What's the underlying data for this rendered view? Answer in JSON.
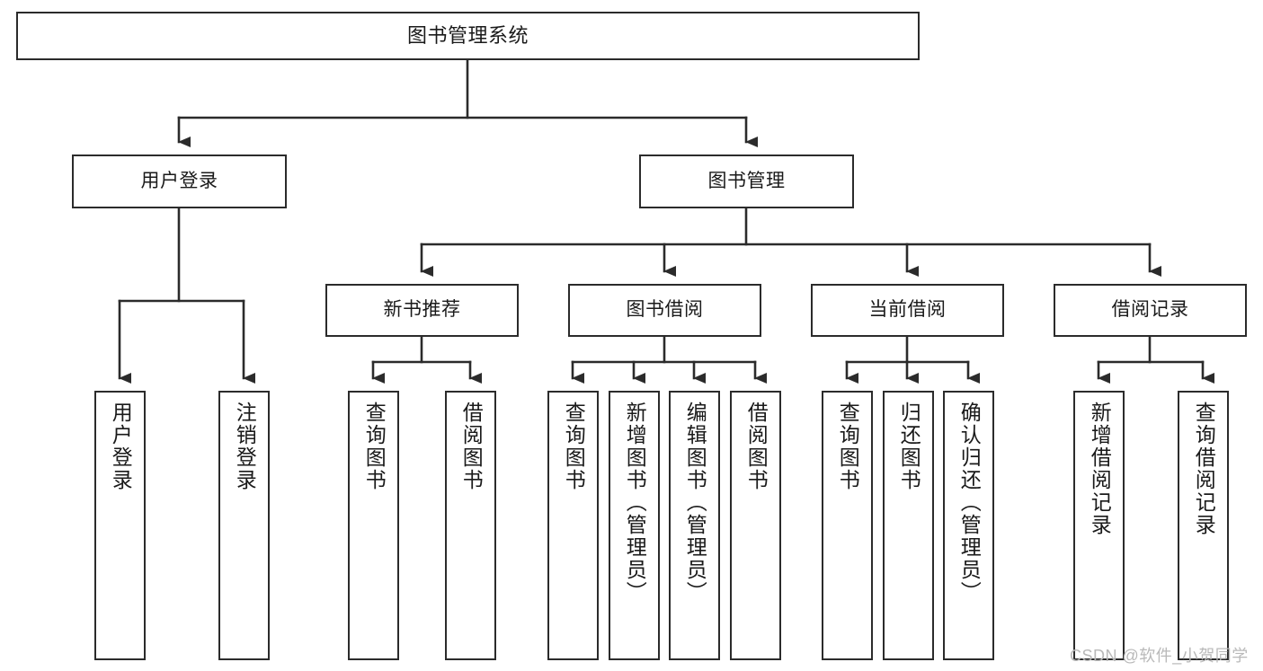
{
  "diagram": {
    "title": "图书管理系统",
    "type": "hierarchy-tree",
    "background_color": "#ffffff",
    "line_color": "#2b2b2b",
    "text_color": "#1a1a1a",
    "watermark": "CSDN @软件_小贺同学",
    "watermark_color": "#b9b9b9"
  },
  "levels": {
    "root": {
      "label": "图书管理系统"
    },
    "level1": [
      {
        "label": "用户登录"
      },
      {
        "label": "图书管理"
      }
    ],
    "level2": [
      {
        "label": "新书推荐"
      },
      {
        "label": "图书借阅"
      },
      {
        "label": "当前借阅"
      },
      {
        "label": "借阅记录"
      }
    ],
    "leaves": {
      "user_login": [
        {
          "label": "用户登录"
        },
        {
          "label": "注销登录"
        }
      ],
      "new_book": [
        {
          "label": "查询图书"
        },
        {
          "label": "借阅图书"
        }
      ],
      "book_borrow": [
        {
          "label": "查询图书"
        },
        {
          "label": "新增图书（管理员）"
        },
        {
          "label": "编辑图书（管理员）"
        },
        {
          "label": "借阅图书"
        }
      ],
      "current_borrow": [
        {
          "label": "查询图书"
        },
        {
          "label": "归还图书"
        },
        {
          "label": "确认归还（管理员）"
        }
      ],
      "borrow_record": [
        {
          "label": "新增借阅记录"
        },
        {
          "label": "查询借阅记录"
        }
      ]
    }
  }
}
